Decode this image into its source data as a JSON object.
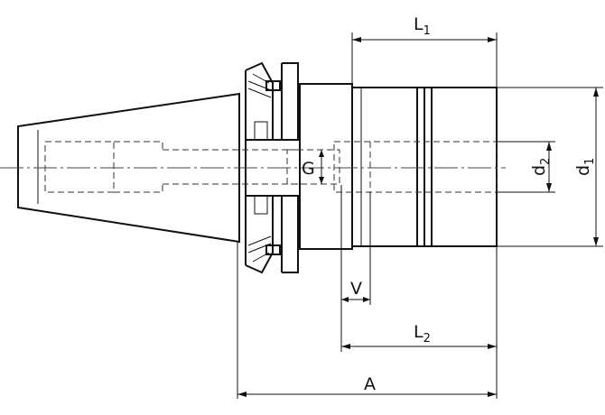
{
  "labels": {
    "L": "L",
    "L_sub1": "1",
    "L2": "L",
    "L2_sub": "2",
    "A": "A",
    "V": "V",
    "G": "G",
    "d": "d",
    "d_sub2": "2",
    "d1": "d",
    "d1_sub": "1"
  }
}
